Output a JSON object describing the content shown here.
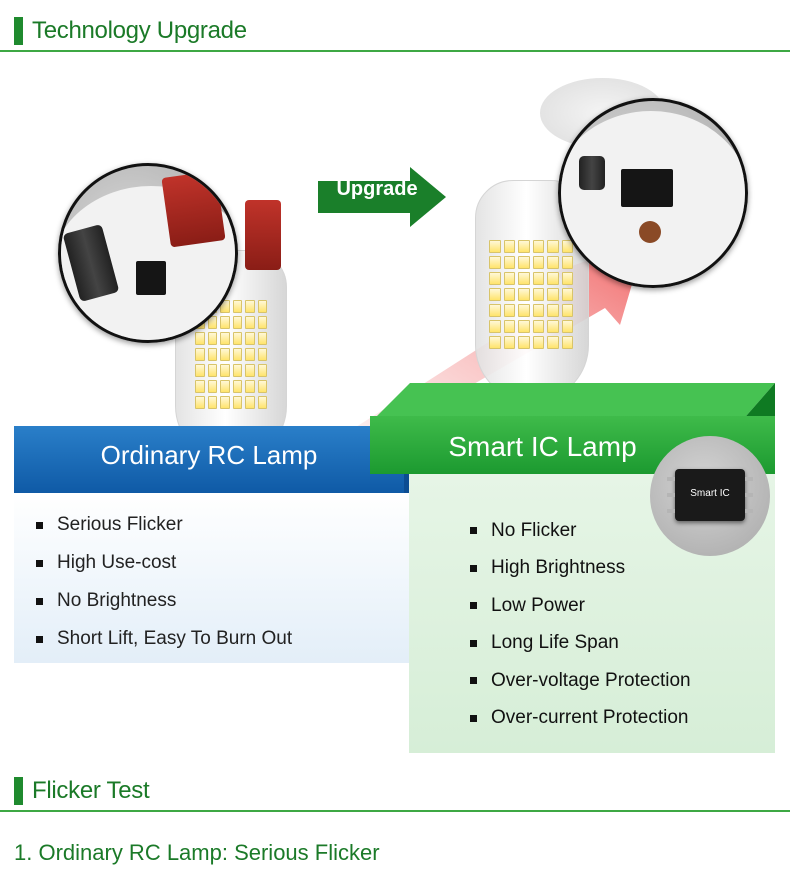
{
  "sections": {
    "tech": {
      "title": "Technology Upgrade"
    },
    "flicker": {
      "title": "Flicker Test"
    }
  },
  "upgrade_label": "Upgrade",
  "ordinary": {
    "title": "Ordinary RC Lamp",
    "features": [
      "Serious Flicker",
      "High Use-cost",
      "No Brightness",
      "Short Lift, Easy To Burn Out"
    ]
  },
  "smart": {
    "title": "Smart IC Lamp",
    "chip_label": "Smart IC",
    "features": [
      "No Flicker",
      "High Brightness",
      "Low Power",
      "Long Life Span",
      "Over-voltage Protection",
      "Over-current Protection"
    ]
  },
  "flicker_item": "1. Ordinary RC Lamp: Serious Flicker",
  "colors": {
    "accent_green": "#1f8a2e",
    "band_blue": "#1565b3",
    "band_green": "#2aa63a"
  }
}
